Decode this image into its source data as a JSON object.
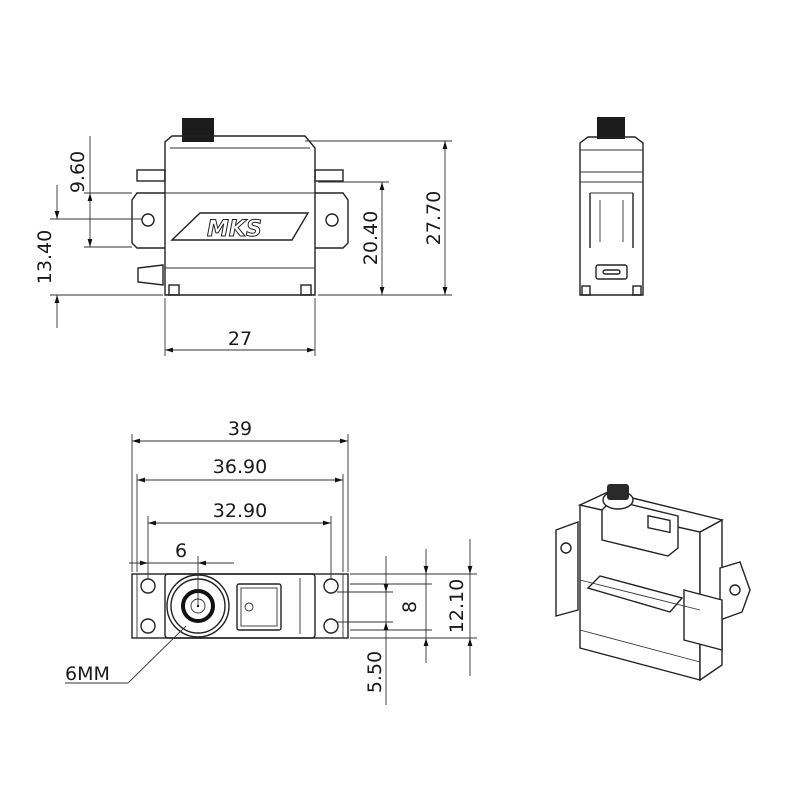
{
  "front_view": {
    "logo_text": "MKS",
    "dimensions": {
      "width": "27",
      "height_total": "27.70",
      "height_to_ears": "20.40",
      "ear_height": "9.60",
      "mount_hole_height": "13.40"
    }
  },
  "top_view": {
    "dimensions": {
      "overall_length": "39",
      "ear_outer": "36.90",
      "hole_spacing": "32.90",
      "horn_offset": "6",
      "slot_spacing": "8",
      "width": "12.10",
      "hole_offset": "5.50",
      "spline_label": "6MM"
    }
  },
  "colors": {
    "line": "#222222",
    "background": "#ffffff"
  }
}
